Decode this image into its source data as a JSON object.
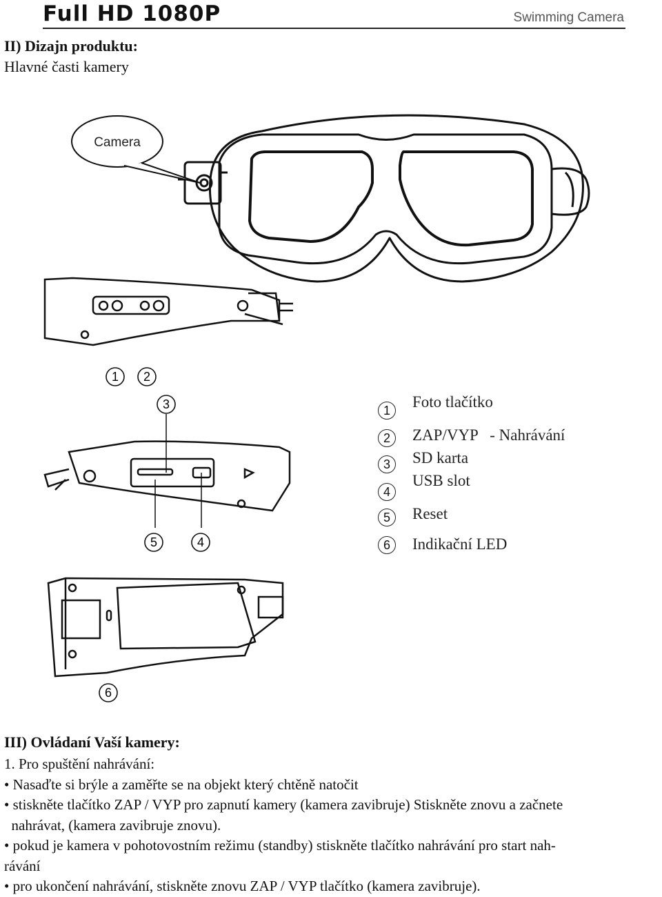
{
  "header": {
    "title": "Full HD 1080P",
    "subtitle": "Swimming Camera"
  },
  "section2": {
    "heading": "II) Dizajn produktu:",
    "subheading": "Hlavné časti kamery"
  },
  "figure": {
    "callout": "Camera",
    "markers": [
      "1",
      "2",
      "3",
      "4",
      "5",
      "6"
    ]
  },
  "legend": [
    {
      "num": "1",
      "label": "Foto tlačítko"
    },
    {
      "num": "2",
      "label": "ZAP/VYP   - Nahrávání"
    },
    {
      "num": "3",
      "label": "SD karta"
    },
    {
      "num": "4",
      "label": "USB slot"
    },
    {
      "num": "5",
      "label": "Reset"
    },
    {
      "num": "6",
      "label": "Indikační LED"
    }
  ],
  "section3": {
    "heading": "III) Ovládaní Vaší kamery:",
    "step": "1. Pro spuštění nahrávání:",
    "lines": [
      "• Nasaďte si brýle a zaměřte se na objekt který chtěně natočit",
      "• stiskněte tlačítko ZAP / VYP pro zapnutí kamery (kamera zavibruje) Stiskněte znovu a začnete",
      "  nahrávat, (kamera zavibruje znovu).",
      "• pokud je kamera v pohotovostním režimu (standby) stiskněte tlačítko nahrávání pro start nah-",
      "rávání",
      "• pro ukončení nahrávání, stiskněte znovu ZAP / VYP tlačítko (kamera zavibruje)."
    ]
  }
}
